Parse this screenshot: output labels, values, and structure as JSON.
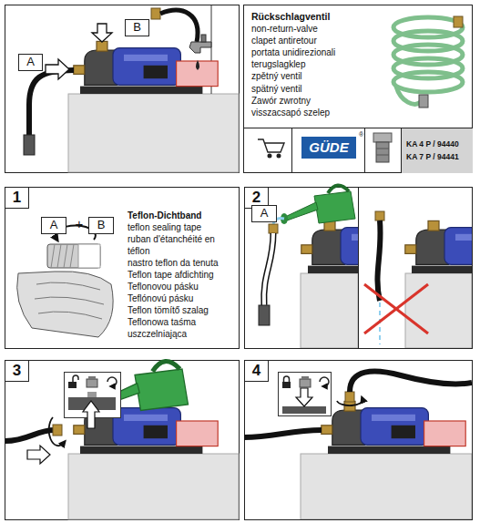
{
  "diagram": {
    "nodes": [
      {
        "text": [
          "B"
        ]
      },
      {
        "text": [
          "A"
        ]
      },
      {
        "text": [
          "Rückschlagventil",
          "non-return-valve",
          "clapet antiretour",
          "portata unidirezionali",
          "terugslagklep",
          "zpětný ventil",
          "spätný ventil",
          "Zawór zwrotny",
          "visszacsapó szelep"
        ]
      },
      {
        "text": [
          "GÜDE"
        ],
        "in": 2
      },
      {
        "text": [
          "KA 4 P / 94440",
          "KA 7 P / 94441"
        ],
        "in": 2
      },
      {
        "text": [
          "1"
        ]
      },
      {
        "text": [
          "A"
        ]
      },
      {
        "text": [
          "B"
        ]
      },
      {
        "text": [
          "2"
        ]
      },
      {
        "text": [
          "A"
        ]
      },
      {
        "text": [
          "3"
        ]
      },
      {
        "text": [
          "4"
        ]
      }
    ],
    "labels": [
      "®",
      "+",
      "Teflon-Dichtband",
      "teflon sealing tape",
      "ruban d'étanchéité en téflon",
      "nastro teflon da tenuta",
      "Teflon tape afdichting",
      "Teflonovou pásku",
      "Teflónovú pásku",
      "Teflon tömítő szalag",
      "Teflonowa taśma uszczelniająca"
    ]
  }
}
